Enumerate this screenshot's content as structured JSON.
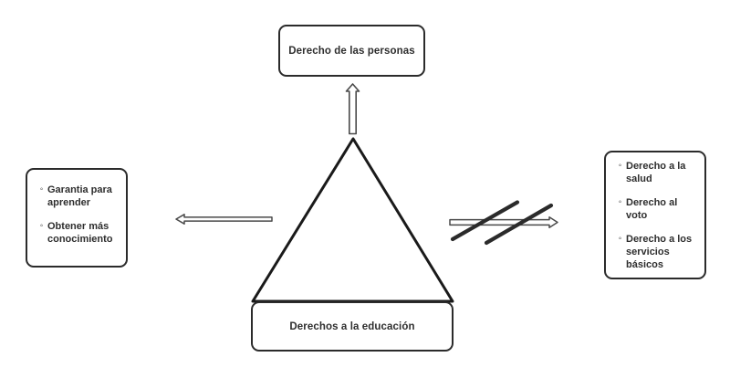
{
  "diagram": {
    "background_color": "#ffffff",
    "colors": {
      "box_border": "#2b2b2b",
      "text": "#2e2e2e",
      "triangle_stroke": "#1a1a1a",
      "arrow_outline": "#4a4a4a",
      "slash_stroke": "#2b2b2b"
    },
    "icons": {
      "bullet": "◦",
      "up_arrow": "hollow-block-arrow-up",
      "left_arrow": "hollow-block-arrow-left",
      "right_arrow": "hollow-block-arrow-right-double-slashed"
    },
    "top_box": {
      "label": "Derecho de las personas"
    },
    "bottom_box": {
      "label": "Derechos a la educación"
    },
    "left_box": {
      "items": [
        {
          "label": "Garantia para aprender"
        },
        {
          "label": "Obtener más conocimiento"
        }
      ]
    },
    "right_box": {
      "items": [
        {
          "label": "Derecho a la salud"
        },
        {
          "label": "Derecho al voto"
        },
        {
          "label": "Derecho a los servicios básicos"
        }
      ]
    }
  }
}
